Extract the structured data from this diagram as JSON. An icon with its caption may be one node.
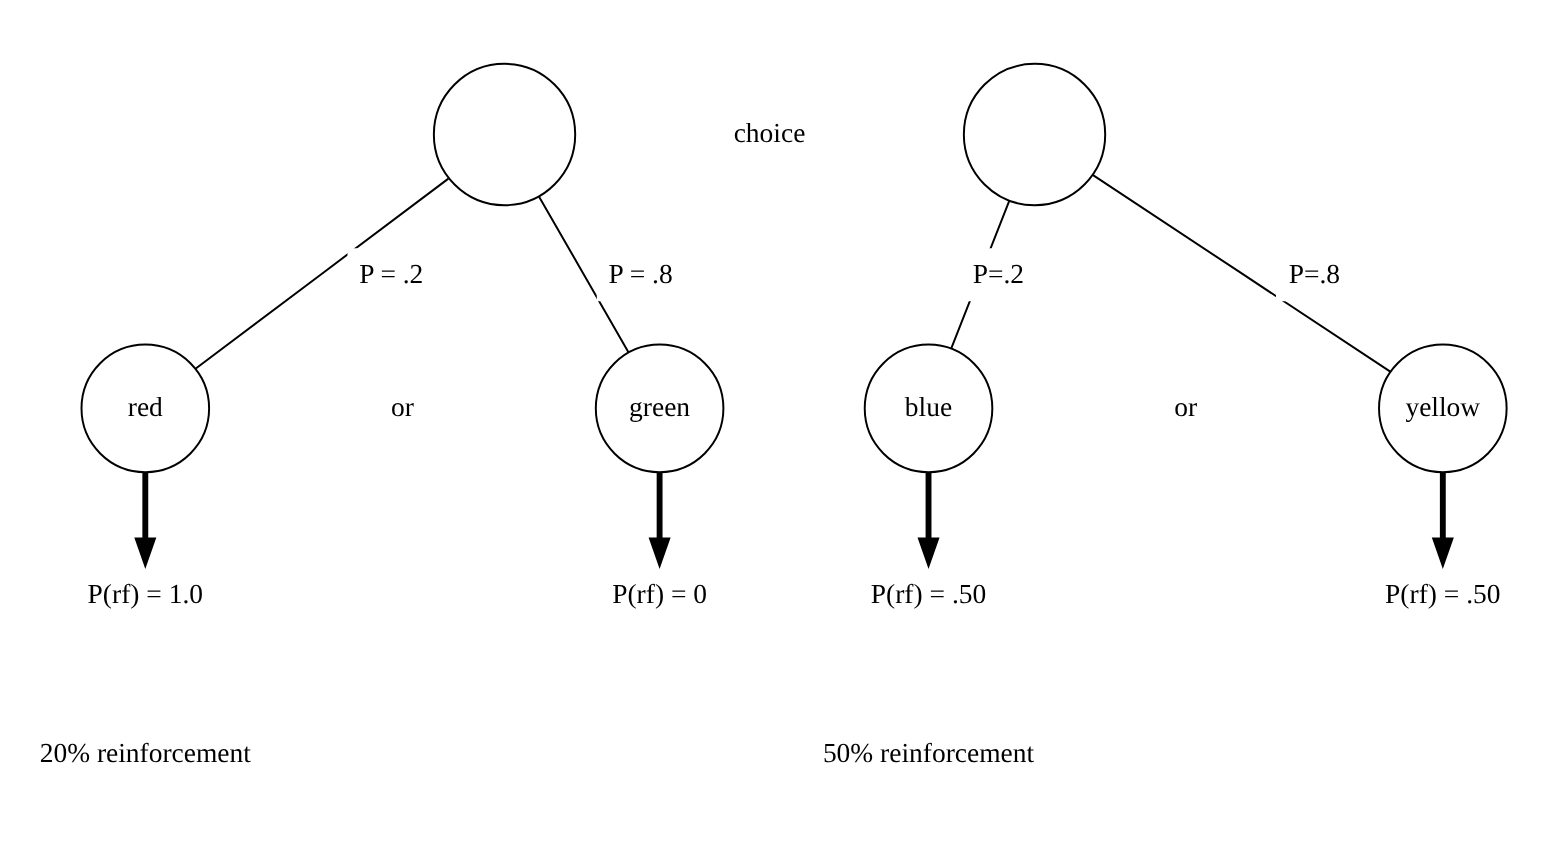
{
  "diagram": {
    "nodes": [
      {
        "text": [],
        "shape": "circle"
      },
      {
        "text": [
          "red"
        ]
      },
      {
        "text": [
          "green"
        ]
      },
      {
        "text": [
          "P(rf) = 1.0"
        ]
      },
      {
        "text": [
          "P(rf) = 0"
        ]
      },
      {
        "text": [],
        "shape": "circle"
      },
      {
        "text": [
          "blue"
        ]
      },
      {
        "text": [
          "yellow"
        ]
      },
      {
        "text": [
          "P(rf) = .50"
        ]
      },
      {
        "text": [
          "P(rf) = .50"
        ]
      }
    ],
    "edges": [
      {
        "from": 0,
        "to": 1,
        "arrow": "none",
        "label": "P = .2"
      },
      {
        "from": 0,
        "to": 2,
        "arrow": "none",
        "label": "P = .8"
      },
      {
        "from": 1,
        "to": 3,
        "arrow": "to",
        "style": "thick"
      },
      {
        "from": 2,
        "to": 4,
        "arrow": "to",
        "style": "thick"
      },
      {
        "from": 5,
        "to": 6,
        "arrow": "none",
        "label": "P=.2"
      },
      {
        "from": 5,
        "to": 7,
        "arrow": "none",
        "label": "P=.8"
      },
      {
        "from": 6,
        "to": 8,
        "arrow": "to",
        "style": "thick"
      },
      {
        "from": 7,
        "to": 9,
        "arrow": "to",
        "style": "thick"
      }
    ],
    "labels": [
      "choice",
      "or",
      "or",
      "20% reinforcement",
      "50% reinforcement"
    ]
  }
}
